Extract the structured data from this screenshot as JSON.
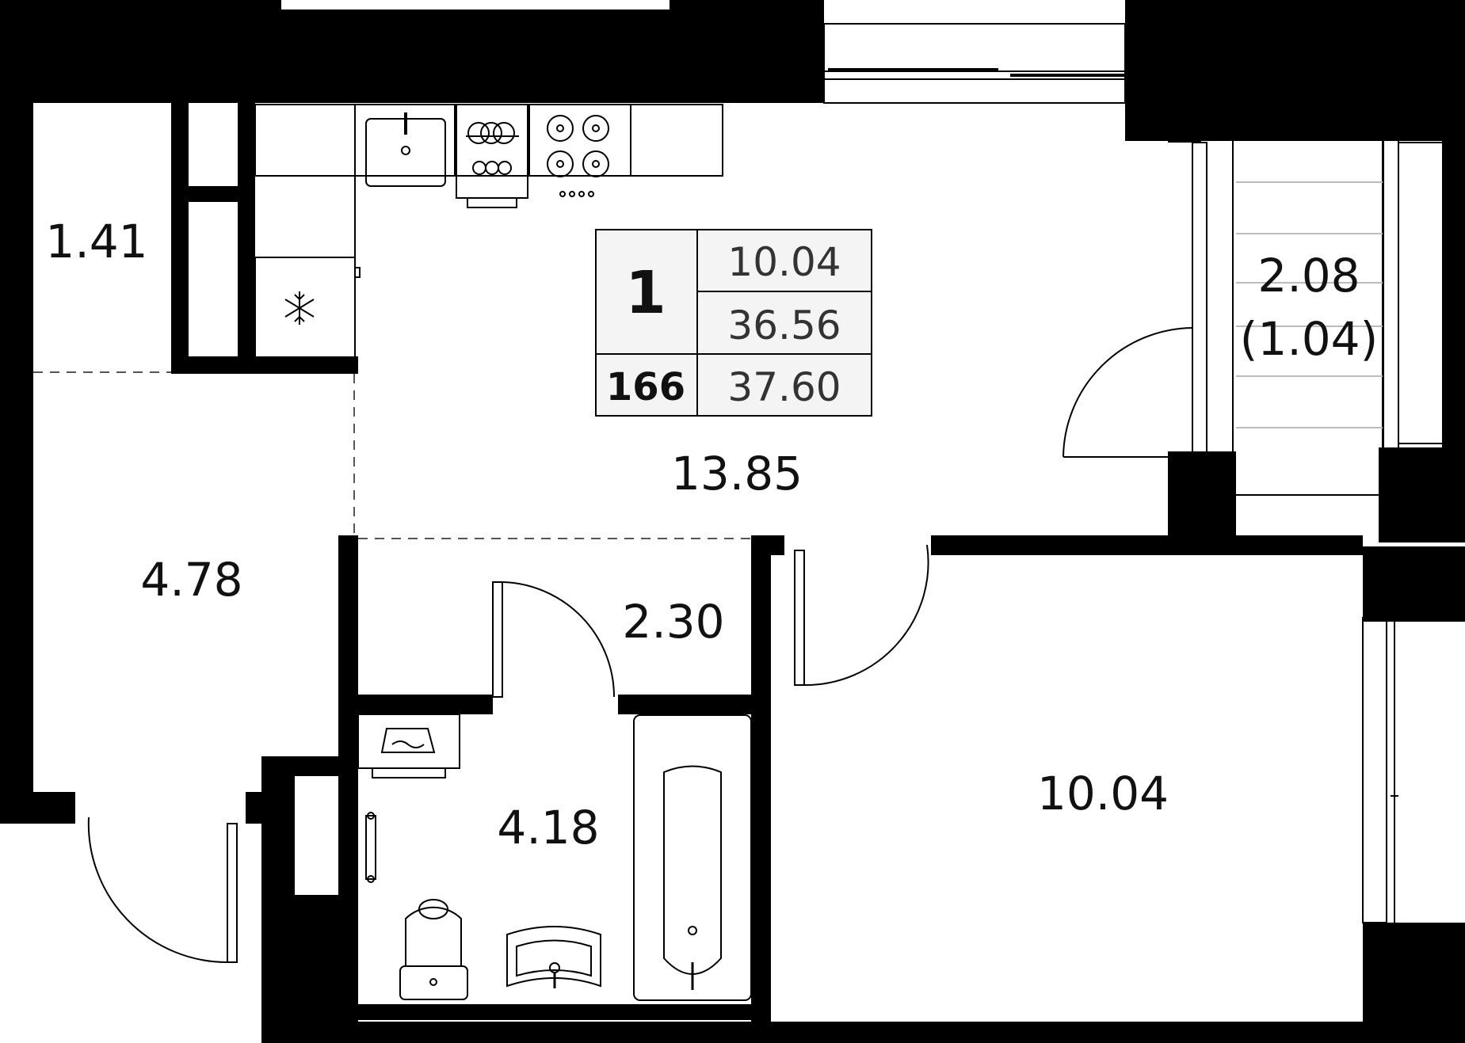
{
  "rooms": {
    "storage": "1.41",
    "kitchen_living": "13.85",
    "hallway": "4.78",
    "corridor": "2.30",
    "bathroom": "4.18",
    "bedroom": "10.04",
    "balcony_area": "2.08",
    "balcony_reduced": "(1.04)"
  },
  "info_box": {
    "rooms_count": "1",
    "living_area": "10.04",
    "net_area": "36.56",
    "apartment_number": "166",
    "total_area": "37.60"
  },
  "icons": {
    "fridge": "snowflake-icon",
    "sink": "sink-icon",
    "stove": "stove-icon",
    "bathtub": "bathtub-icon",
    "toilet": "toilet-icon"
  }
}
